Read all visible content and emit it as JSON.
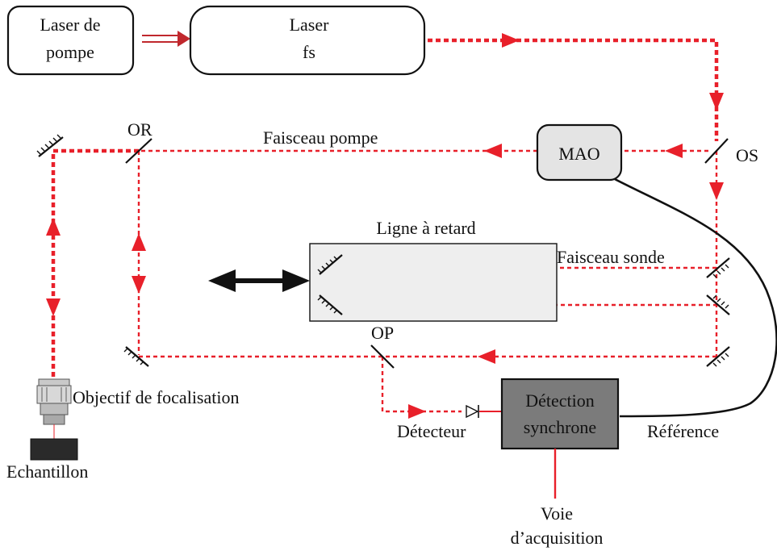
{
  "labels": {
    "pump_laser": [
      "Laser de",
      "pompe"
    ],
    "fs_laser": [
      "Laser",
      "fs"
    ],
    "mao": "MAO",
    "or": "OR",
    "os": "OS",
    "op": "OP",
    "pump_beam": "Faisceau pompe",
    "probe_beam": "Faisceau sonde",
    "delay_line": "Ligne à retard",
    "objective": "Objectif de focalisation",
    "sample": "Echantillon",
    "detector": "Détecteur",
    "sync_detection": [
      "Détection",
      "synchrone"
    ],
    "reference": "Référence",
    "acquisition": [
      "Voie",
      "d’acquisition"
    ]
  },
  "colors": {
    "beam": "#e8202a",
    "mao_fill": "#e4e4e4",
    "delay_fill": "#eeeeee",
    "sync_fill": "#7b7b7b",
    "sample_fill": "#2a2a2a"
  }
}
